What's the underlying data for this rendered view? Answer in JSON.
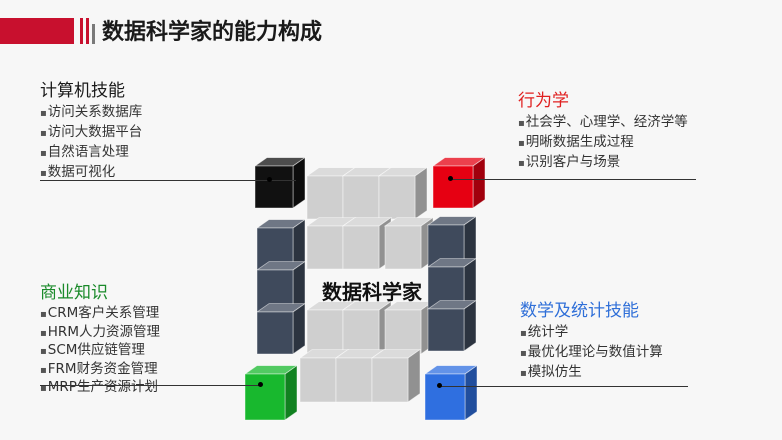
{
  "title": "数据科学家的能力构成",
  "center_label": "数据科学家",
  "groups": {
    "computer": {
      "heading": "计算机技能",
      "items": [
        "访问关系数据库",
        "访问大数据平台",
        "自然语言处理",
        "数据可视化"
      ]
    },
    "behavior": {
      "heading": "行为学",
      "items": [
        "社会学、心理学、经济学等",
        "明晰数据生成过程",
        "识别客户与场景"
      ]
    },
    "business": {
      "heading": "商业知识",
      "items": [
        "CRM客户关系管理",
        "HRM人力资源管理",
        "SCM供应链管理",
        "FRM财务资金管理",
        "MRP生产资源计划"
      ]
    },
    "math": {
      "heading": "数学及统计技能",
      "items": [
        "统计学",
        "最优化理论与数值计算",
        "模拟仿生"
      ]
    }
  },
  "colors": {
    "brand_red": "#c8102e",
    "cube_black": "#111111",
    "cube_red": "#e60012",
    "cube_green": "#18b82e",
    "cube_blue": "#2f6fe0",
    "pillar": "#3f4a5c",
    "gray_cube": "#cfcfcf"
  }
}
